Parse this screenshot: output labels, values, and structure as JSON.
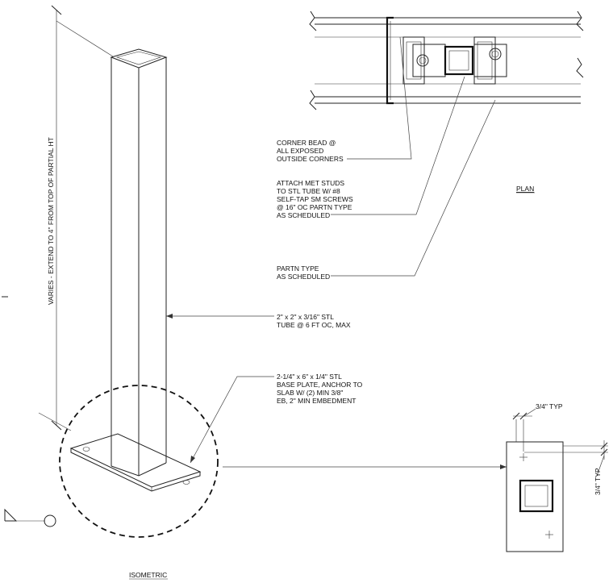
{
  "notes": {
    "corner_bead": [
      "CORNER BEAD @",
      "ALL EXPOSED",
      "OUTSIDE CORNERS"
    ],
    "attach_studs": [
      "ATTACH MET STUDS",
      "TO STL TUBE W/ #8",
      "SELF-TAP SM SCREWS",
      "@ 16\" OC PARTN TYPE",
      "AS SCHEDULED"
    ],
    "partn_type": [
      "PARTN TYPE",
      "AS SCHEDULED"
    ],
    "stl_tube": [
      "2\" x 2\" x 3/16\" STL",
      "TUBE @ 6 FT OC, MAX"
    ],
    "base_plate": [
      "2-1/4\" x 6\" x 1/4\" STL",
      "BASE PLATE, ANCHOR TO",
      "SLAB W/ (2) MIN 3/8\"",
      "EB, 2\" MIN EMBEDMENT"
    ]
  },
  "labels": {
    "plan": "PLAN",
    "isometric": "ISOMETRIC",
    "vertical_dim": "VARIES - EXTEND TO 4\" FROM TOP OF PARTIAL HT",
    "typ_top": "3/4\" TYP",
    "typ_side": "3/4\" TYP"
  }
}
